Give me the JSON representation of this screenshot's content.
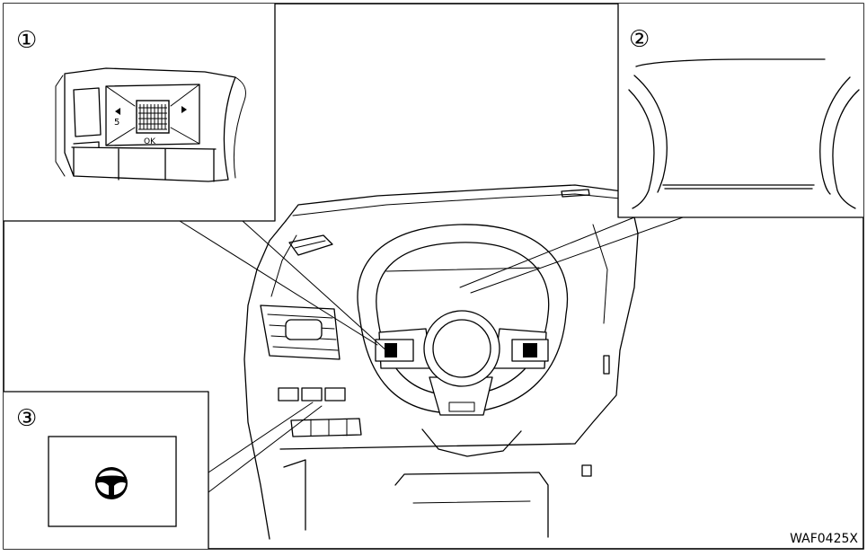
{
  "figure": {
    "code": "WAF0425X",
    "callouts": [
      {
        "id": "callout-1",
        "label": "①"
      },
      {
        "id": "callout-2",
        "label": "②"
      },
      {
        "id": "callout-3",
        "label": "③"
      }
    ],
    "switch_text": {
      "left_symbol": "5",
      "bottom_label": "OK"
    },
    "colors": {
      "line": "#000000",
      "background": "#ffffff"
    },
    "icons": [
      "steering-wheel-icon",
      "switch-arrow-left-icon",
      "switch-arrow-right-icon"
    ]
  }
}
